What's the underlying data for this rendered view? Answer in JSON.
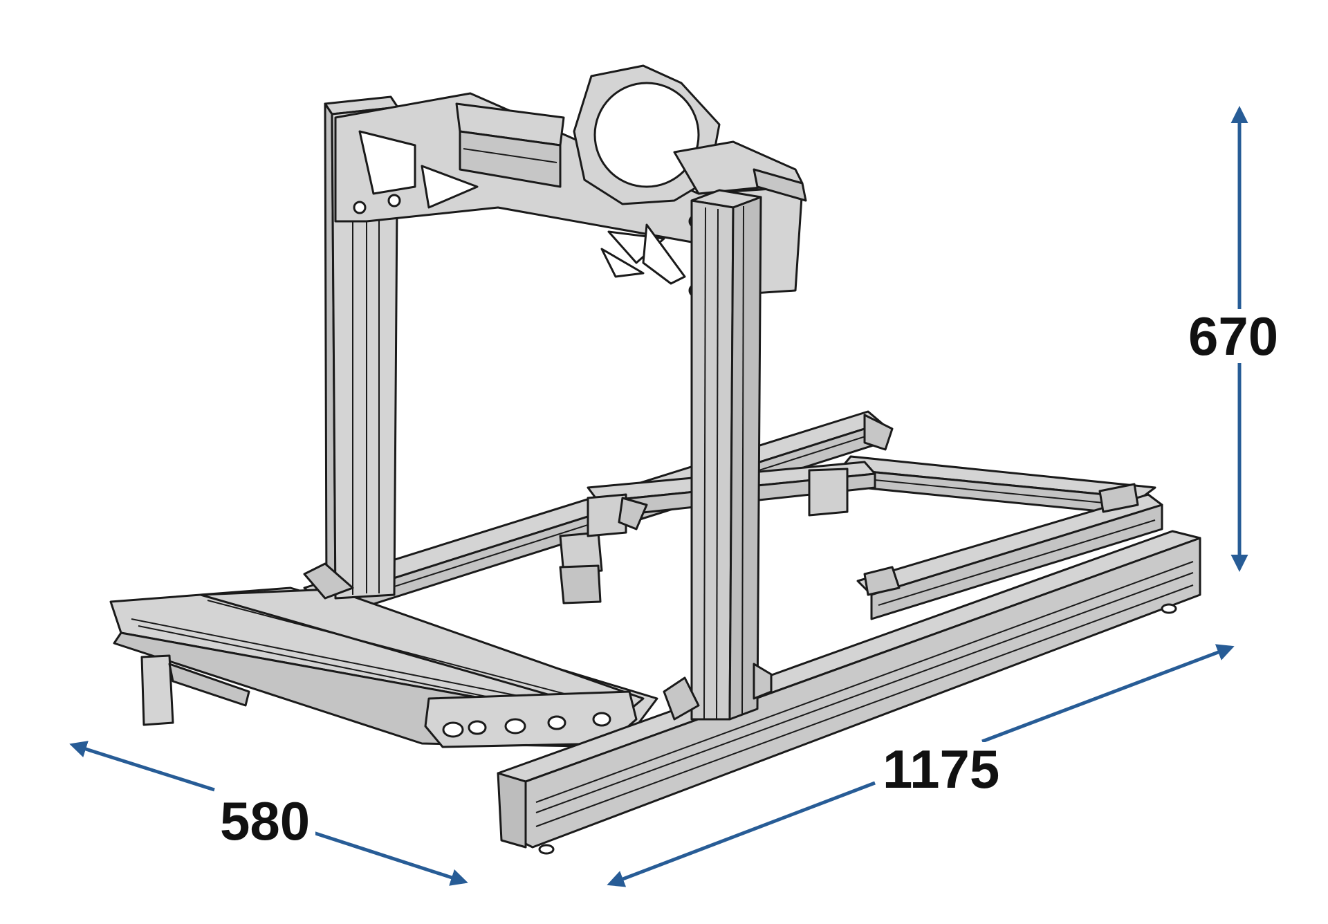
{
  "dimensions": {
    "height": "670",
    "length": "1175",
    "width": "580"
  },
  "colors": {
    "arrow": "#275c96",
    "frame_stroke": "#1a1a1a",
    "frame_fill": "#d4d4d4",
    "frame_highlight": "#ececec",
    "background": "#ffffff"
  }
}
